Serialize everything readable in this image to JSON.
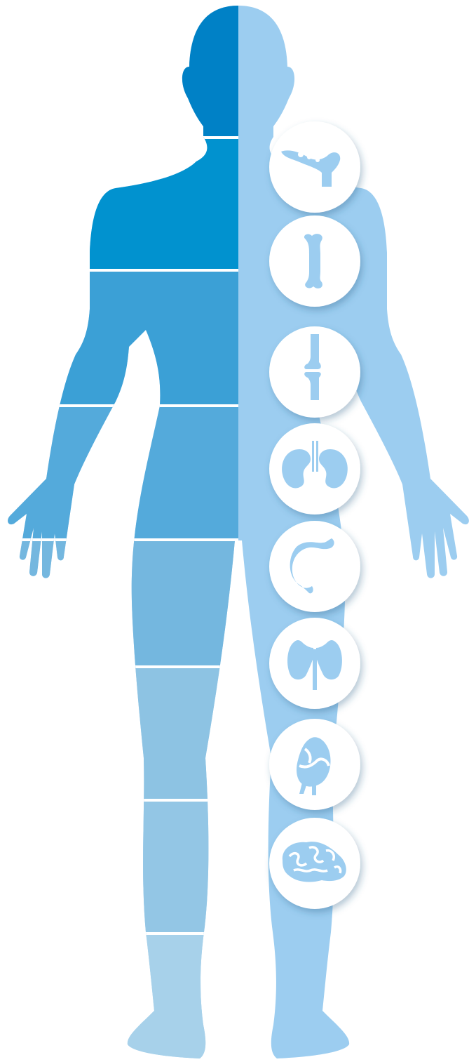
{
  "colors": {
    "background": "#ffffff",
    "body_right": "#9ccdf0",
    "divider": "#ffffff",
    "icon_circle": "#ffffff",
    "icon_glyph": "#9ccdf0",
    "icon_shade": "#7fb3dc",
    "bands": [
      "#0081c6",
      "#0192cf",
      "#3ba0d6",
      "#54aadb",
      "#74b7df",
      "#8dc3e3",
      "#93c6e5",
      "#a7d1ea"
    ]
  },
  "bands": [
    {
      "id": "head-neck"
    },
    {
      "id": "shoulders-chest"
    },
    {
      "id": "upper-abdomen"
    },
    {
      "id": "pelvis-hands"
    },
    {
      "id": "thighs"
    },
    {
      "id": "knees"
    },
    {
      "id": "shins"
    },
    {
      "id": "feet"
    }
  ],
  "icons": [
    {
      "name": "foot-bone-icon"
    },
    {
      "name": "long-bone-icon"
    },
    {
      "name": "joint-icon"
    },
    {
      "name": "kidneys-icon"
    },
    {
      "name": "stomach-icon"
    },
    {
      "name": "thyroid-icon"
    },
    {
      "name": "heart-icon"
    },
    {
      "name": "brain-icon"
    }
  ]
}
